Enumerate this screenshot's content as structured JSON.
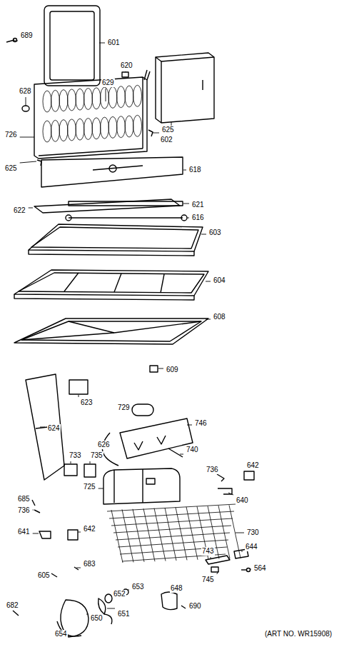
{
  "diagram": {
    "labels": [
      "689",
      "601",
      "620",
      "628",
      "629",
      "602",
      "726",
      "625",
      "625",
      "618",
      "622",
      "621",
      "616",
      "603",
      "604",
      "608",
      "609",
      "623",
      "624",
      "729",
      "746",
      "626",
      "740",
      "733",
      "735",
      "725",
      "736",
      "642",
      "640",
      "685",
      "736",
      "642",
      "730",
      "641",
      "743",
      "644",
      "564",
      "683",
      "605",
      "648",
      "653",
      "652",
      "690",
      "745",
      "682",
      "651",
      "650",
      "654",
      "(ART NO. WR15908)"
    ]
  }
}
